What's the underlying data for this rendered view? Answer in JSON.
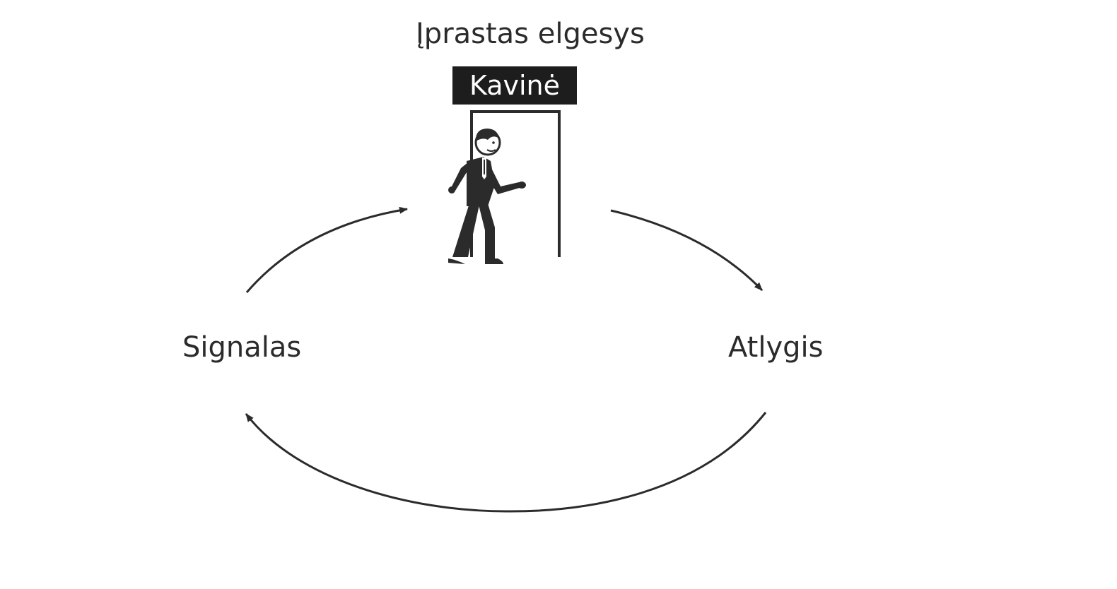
{
  "diagram": {
    "title": "Įprastas elgesys",
    "sign_label": "Kavinė",
    "cue_label": "Signalas",
    "reward_label": "Atlygis"
  },
  "colors": {
    "ink": "#2b2b2b",
    "sign_background": "#1d1d1d",
    "sign_text": "#ffffff",
    "background": "#ffffff"
  },
  "icons": {
    "person": "person-walking-through-door-icon",
    "door": "door-frame-icon"
  }
}
